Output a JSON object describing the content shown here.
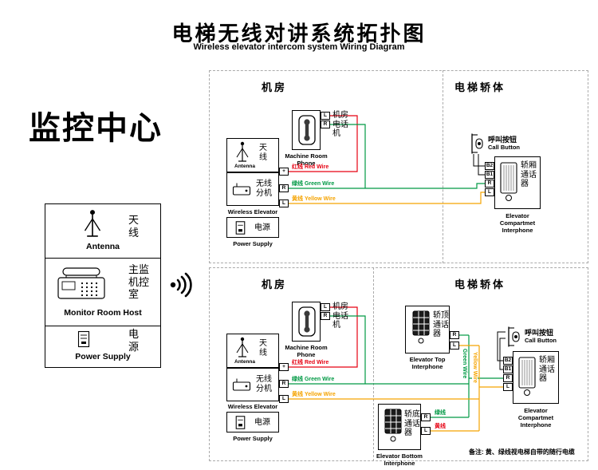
{
  "colors": {
    "red": "#e60012",
    "green": "#009944",
    "yellow": "#f5a300",
    "black": "#000000"
  },
  "title": {
    "zh": "电梯无线对讲系统拓扑图",
    "en": "Wireless elevator intercom system Wiring Diagram"
  },
  "monitor": {
    "title": "监控中心",
    "rows": [
      {
        "zh": "天线",
        "en": "Antenna"
      },
      {
        "zh": "主监机控室",
        "en": "Monitor Room Host"
      },
      {
        "zh": "电源",
        "en": "Power Supply"
      }
    ]
  },
  "common": {
    "machine_room": "机房",
    "elevator_body": "电梯轿体",
    "machine_phone_zh": "机房电话机",
    "machine_phone_en": "Machine Room Phone",
    "antenna_zh": "天线",
    "antenna_en": "Antenna",
    "wireless_zh": "无线分机",
    "wireless_en": "Wireless Elevator",
    "power_zh": "电源",
    "power_en": "Power Supply",
    "red_wire": "红线 Red Wire",
    "green_wire": "绿线 Green Wire",
    "yellow_wire": "黄线 Yellow Wire",
    "call_zh": "呼叫按钮",
    "call_en": "Call Button",
    "compartment_zh": "轿厢通话器",
    "compartment_en": "Elevator Compartmet Interphone"
  },
  "bottom": {
    "top_interphone_zh": "轿顶通话器",
    "top_interphone_en": "Elevator Top Interphone",
    "bottom_interphone_zh": "轿底通话器",
    "bottom_interphone_en": "Elevator Bottom Interphone",
    "green_vertical": "Green Wire",
    "yellow_vertical": "Yellow Wire",
    "green_short": "绿线",
    "yellow_short": "黄线",
    "note": "备注: 黄、绿线视电梯自带的随行电缆"
  },
  "terminals": {
    "machine_phone": [
      "L",
      "R"
    ],
    "wireless": [
      "+",
      "R",
      "L"
    ],
    "compartment": [
      "B2",
      "B1",
      "R",
      "L"
    ],
    "interphone_rl": [
      "R",
      "L"
    ]
  }
}
